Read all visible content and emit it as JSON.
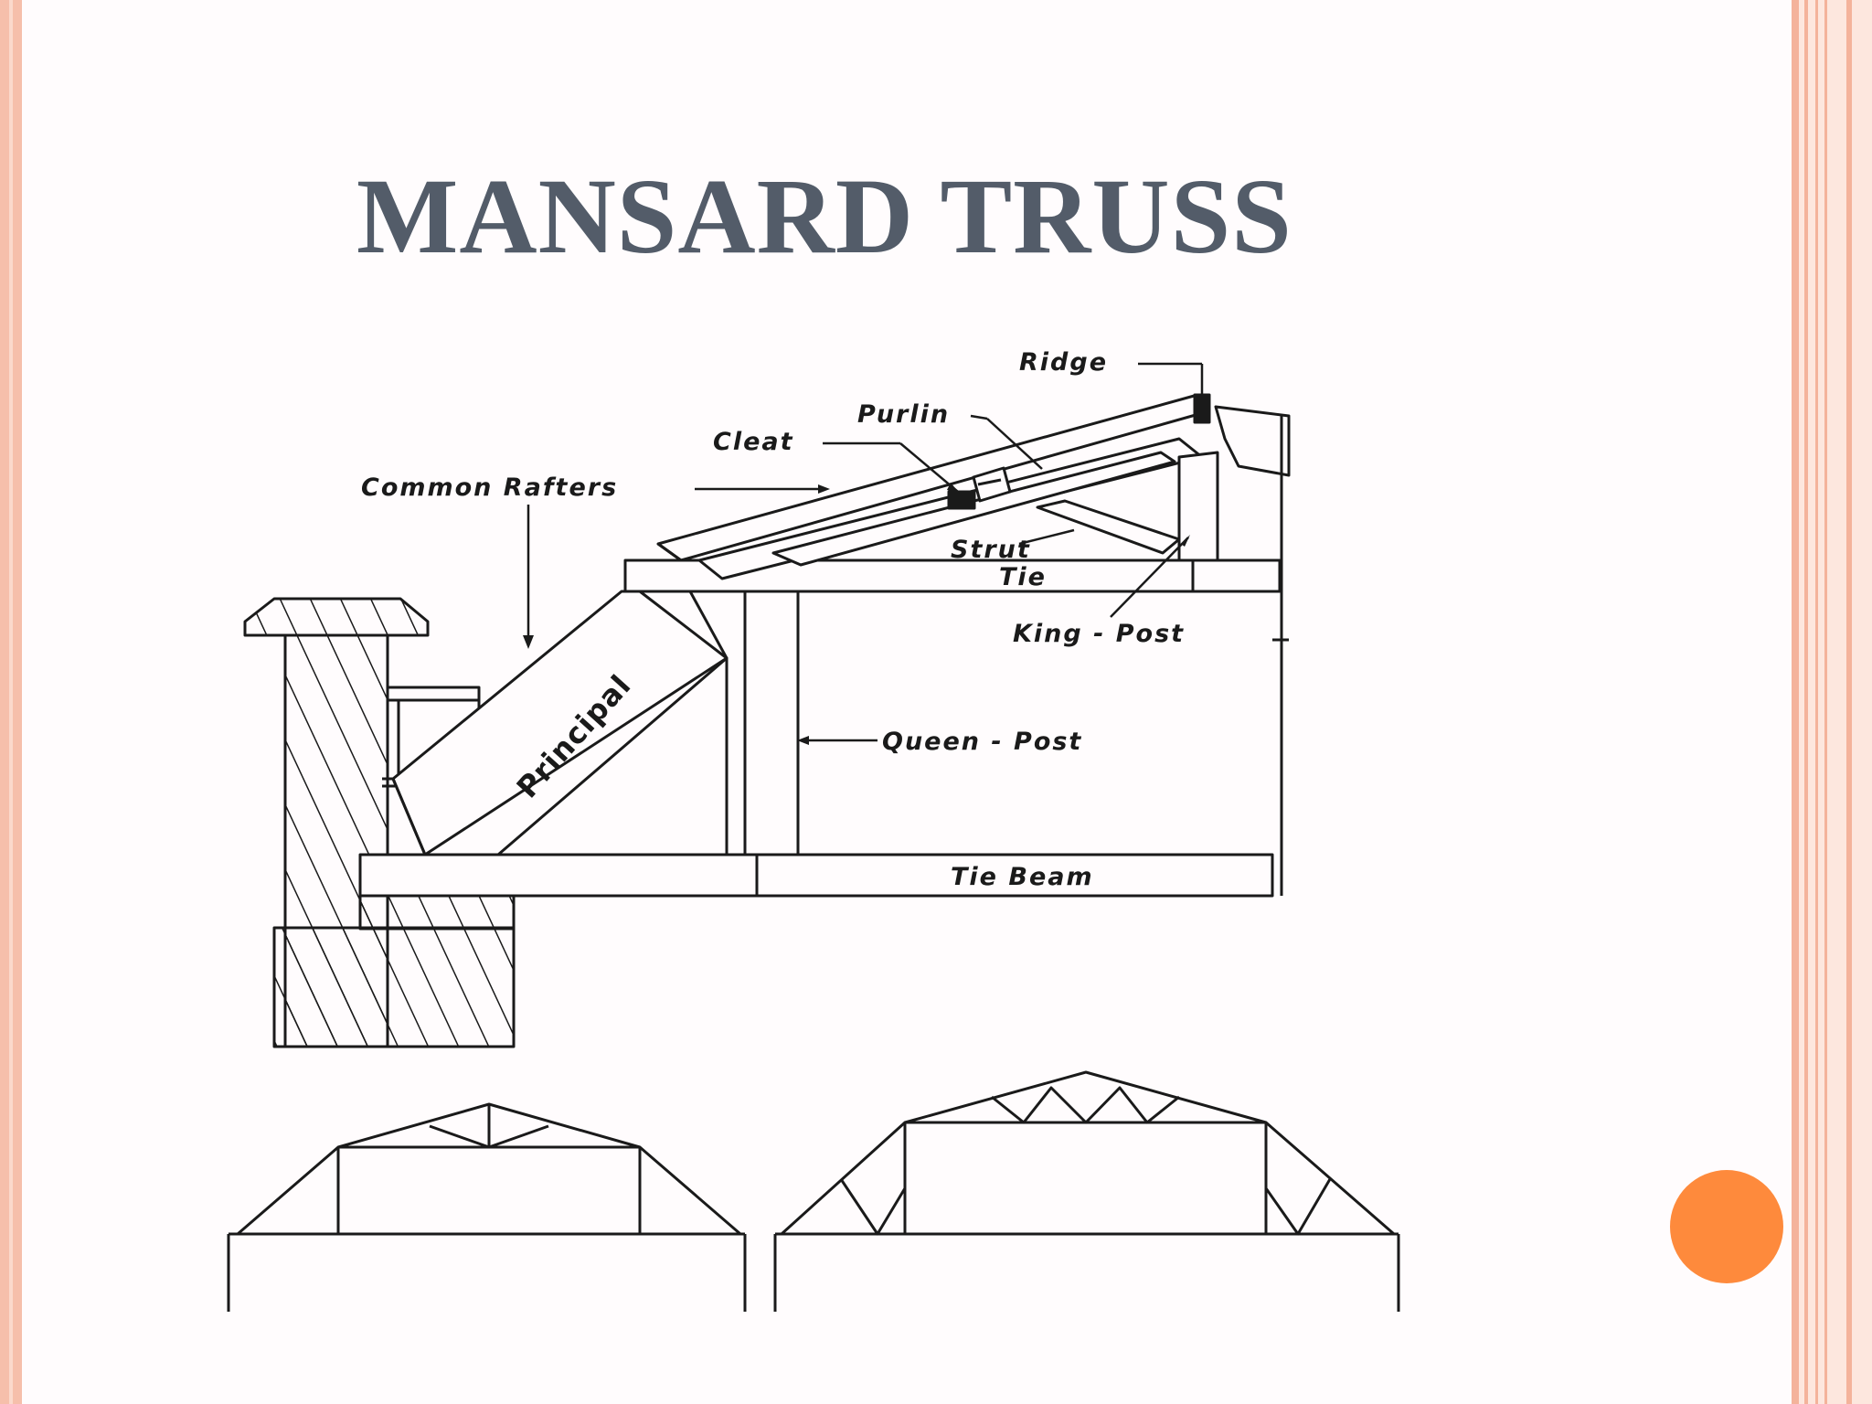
{
  "slide": {
    "title": "MANSARD TRUSS"
  },
  "diagram": {
    "labels": {
      "ridge": "Ridge",
      "purlin": "Purlin",
      "cleat": "Cleat",
      "common_rafters": "Common  Rafters",
      "strut": "Strut",
      "tie": "Tie",
      "king_post": "King - Post",
      "queen_post": "Queen - Post",
      "principal": "Principal",
      "tie_beam": "Tie  Beam"
    }
  },
  "colors": {
    "title": "#535c69",
    "frame_border": "#f6bfab",
    "accent_dot": "#fe8a3c",
    "line_art": "#1a1a1a"
  }
}
